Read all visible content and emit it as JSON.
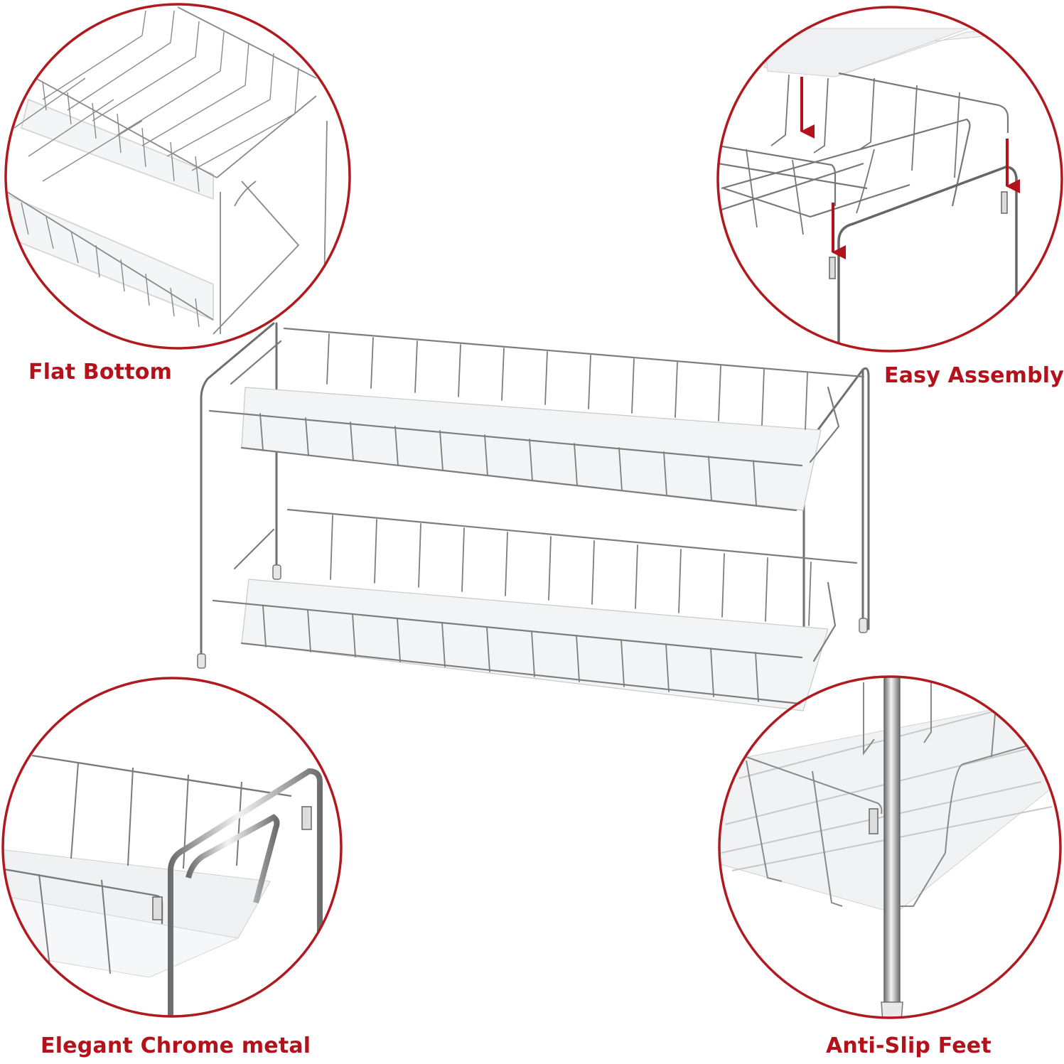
{
  "features": [
    {
      "id": "flat-bottom",
      "label": "Flat Bottom",
      "position": "top-left"
    },
    {
      "id": "easy-assembly",
      "label": "Easy Assembly",
      "position": "top-right"
    },
    {
      "id": "elegant-chrome",
      "label": "Elegant Chrome metal",
      "position": "bottom-left"
    },
    {
      "id": "anti-slip-feet",
      "label": "Anti-Slip Feet",
      "position": "bottom-right"
    }
  ],
  "colors": {
    "accent": "#b3121b",
    "ring": "#b01a1f",
    "wire": "#8a8a8a",
    "wire_dark": "#5a5a5a",
    "shelf_liner": "#f2f3f4",
    "background": "#ffffff"
  },
  "product": {
    "name": "2-tier chrome wire spice rack",
    "tiers": 2,
    "wire_dividers_per_tier": 12
  }
}
